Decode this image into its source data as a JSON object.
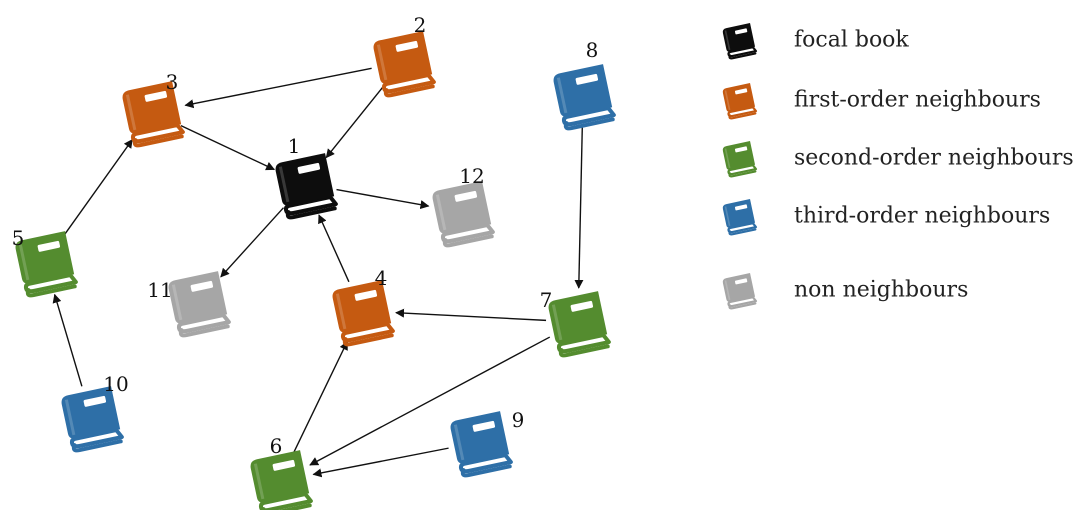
{
  "colors": {
    "focal": "#0d0d0d",
    "first": "#c55a11",
    "second": "#548c2f",
    "third": "#2e6fa7",
    "non": "#a6a6a6"
  },
  "nodes": [
    {
      "id": "1",
      "label": "1",
      "category": "focal"
    },
    {
      "id": "2",
      "label": "2",
      "category": "first"
    },
    {
      "id": "3",
      "label": "3",
      "category": "first"
    },
    {
      "id": "4",
      "label": "4",
      "category": "first"
    },
    {
      "id": "5",
      "label": "5",
      "category": "second"
    },
    {
      "id": "6",
      "label": "6",
      "category": "second"
    },
    {
      "id": "7",
      "label": "7",
      "category": "second"
    },
    {
      "id": "8",
      "label": "8",
      "category": "third"
    },
    {
      "id": "9",
      "label": "9",
      "category": "third"
    },
    {
      "id": "10",
      "label": "10",
      "category": "third"
    },
    {
      "id": "11",
      "label": "11",
      "category": "non"
    },
    {
      "id": "12",
      "label": "12",
      "category": "non"
    }
  ],
  "edges": [
    {
      "from": "2",
      "to": "3"
    },
    {
      "from": "2",
      "to": "1"
    },
    {
      "from": "3",
      "to": "1"
    },
    {
      "from": "1",
      "to": "12"
    },
    {
      "from": "1",
      "to": "11"
    },
    {
      "from": "4",
      "to": "1"
    },
    {
      "from": "5",
      "to": "3"
    },
    {
      "from": "10",
      "to": "5"
    },
    {
      "from": "8",
      "to": "7"
    },
    {
      "from": "7",
      "to": "4"
    },
    {
      "from": "7",
      "to": "6"
    },
    {
      "from": "6",
      "to": "4"
    },
    {
      "from": "9",
      "to": "6"
    }
  ],
  "legend": [
    {
      "category": "focal",
      "label": "focal book"
    },
    {
      "category": "first",
      "label": "first-order neighbours"
    },
    {
      "category": "second",
      "label": "second-order neighbours"
    },
    {
      "category": "third",
      "label": "third-order  neighbours"
    },
    {
      "category": "non",
      "label": "non neighbours"
    }
  ]
}
